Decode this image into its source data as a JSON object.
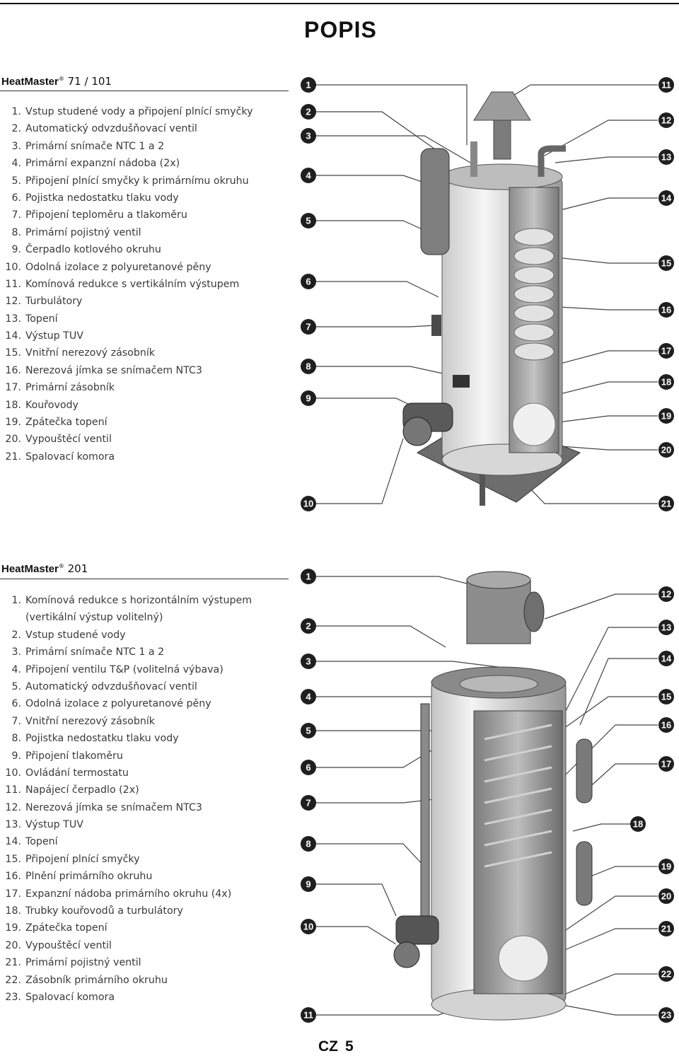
{
  "page_title": "POPIS",
  "section1": {
    "brand": "HeatMaster",
    "reg": "®",
    "model": " 71 / 101",
    "items": [
      {
        "n": "1.",
        "t": "Vstup studené vody a připojení plnící smyčky"
      },
      {
        "n": "2.",
        "t": "Automatický odvzdušňovací ventil"
      },
      {
        "n": "3.",
        "t": "Primární snímače NTC 1 a 2"
      },
      {
        "n": "4.",
        "t": "Primární expanzní nádoba (2x)"
      },
      {
        "n": "5.",
        "t": "Připojení plnící smyčky k primárnímu okruhu"
      },
      {
        "n": "6.",
        "t": "Pojistka nedostatku tlaku vody"
      },
      {
        "n": "7.",
        "t": "Připojení teploměru a tlakoměru"
      },
      {
        "n": "8.",
        "t": "Primární pojistný ventil"
      },
      {
        "n": "9.",
        "t": "Čerpadlo kotlového okruhu"
      },
      {
        "n": "10.",
        "t": "Odolná izolace z polyuretanové pěny"
      },
      {
        "n": "11.",
        "t": "Komínová redukce s vertikálním výstupem"
      },
      {
        "n": "12.",
        "t": "Turbulátory"
      },
      {
        "n": "13.",
        "t": "Topení"
      },
      {
        "n": "14.",
        "t": "Výstup TUV"
      },
      {
        "n": "15.",
        "t": "Vnitřní nerezový zásobník"
      },
      {
        "n": "16.",
        "t": "Nerezová jímka se snímačem NTC3"
      },
      {
        "n": "17.",
        "t": "Primární zásobník"
      },
      {
        "n": "18.",
        "t": "Kouřovody"
      },
      {
        "n": "19.",
        "t": "Zpátečka topení"
      },
      {
        "n": "20.",
        "t": "Vypouštěcí ventil"
      },
      {
        "n": "21.",
        "t": "Spalovací komora"
      }
    ],
    "callouts_left": [
      "1",
      "2",
      "3",
      "4",
      "5",
      "6",
      "7",
      "8",
      "9",
      "10"
    ],
    "callouts_right": [
      "11",
      "12",
      "13",
      "14",
      "15",
      "16",
      "17",
      "18",
      "19",
      "20",
      "21"
    ]
  },
  "section2": {
    "brand": "HeatMaster",
    "reg": "®",
    "model": " 201",
    "items": [
      {
        "n": "1.",
        "t": "Komínová redukce s horizontálním výstupem"
      },
      {
        "n": "",
        "t": "(vertikální výstup volitelný)"
      },
      {
        "n": "2.",
        "t": "Vstup studené vody"
      },
      {
        "n": "3.",
        "t": "Primární snímače NTC 1 a 2"
      },
      {
        "n": "4.",
        "t": "Připojení ventilu T&P (volitelná výbava)"
      },
      {
        "n": "5.",
        "t": "Automatický odvzdušňovací ventil"
      },
      {
        "n": "6.",
        "t": "Odolná izolace z polyuretanové pěny"
      },
      {
        "n": "7.",
        "t": "Vnitřní nerezový zásobník"
      },
      {
        "n": "8.",
        "t": "Pojistka nedostatku tlaku vody"
      },
      {
        "n": "9.",
        "t": "Připojení tlakoměru"
      },
      {
        "n": "10.",
        "t": "Ovládání termostatu"
      },
      {
        "n": "11.",
        "t": "Napájecí čerpadlo (2x)"
      },
      {
        "n": "12.",
        "t": "Nerezová jímka se snímačem NTC3"
      },
      {
        "n": "13.",
        "t": "Výstup TUV"
      },
      {
        "n": "14.",
        "t": "Topení"
      },
      {
        "n": "15.",
        "t": "Připojení plnící smyčky"
      },
      {
        "n": "16.",
        "t": "Plnění primárního okruhu"
      },
      {
        "n": "17.",
        "t": "Expanzní nádoba primárního okruhu (4x)"
      },
      {
        "n": "18.",
        "t": "Trubky kouřovodů a turbulátory"
      },
      {
        "n": "19.",
        "t": "Zpátečka topení"
      },
      {
        "n": "20.",
        "t": "Vypouštěcí ventil"
      },
      {
        "n": "21.",
        "t": "Primární pojistný ventil"
      },
      {
        "n": "22.",
        "t": "Zásobník primárního okruhu"
      },
      {
        "n": "23.",
        "t": "Spalovací komora"
      }
    ],
    "callouts_left": [
      "1",
      "2",
      "3",
      "4",
      "5",
      "6",
      "7",
      "8",
      "9",
      "10",
      "11"
    ],
    "callouts_right": [
      "12",
      "13",
      "14",
      "15",
      "16",
      "17",
      "18",
      "19",
      "20",
      "21",
      "22",
      "23"
    ]
  },
  "footer": {
    "lang": "CZ",
    "page": "5"
  }
}
